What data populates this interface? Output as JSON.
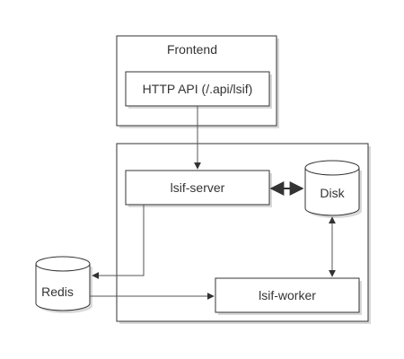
{
  "diagram": {
    "frontend": {
      "title": "Frontend",
      "http_api": "HTTP API (/.api/lsif)"
    },
    "lsif_server": "lsif-server",
    "disk": "Disk",
    "redis": "Redis",
    "lsif_worker": "lsif-worker",
    "colors": {
      "stroke": "#333333",
      "shadow": "#d9d9d9",
      "background": "#ffffff"
    }
  }
}
